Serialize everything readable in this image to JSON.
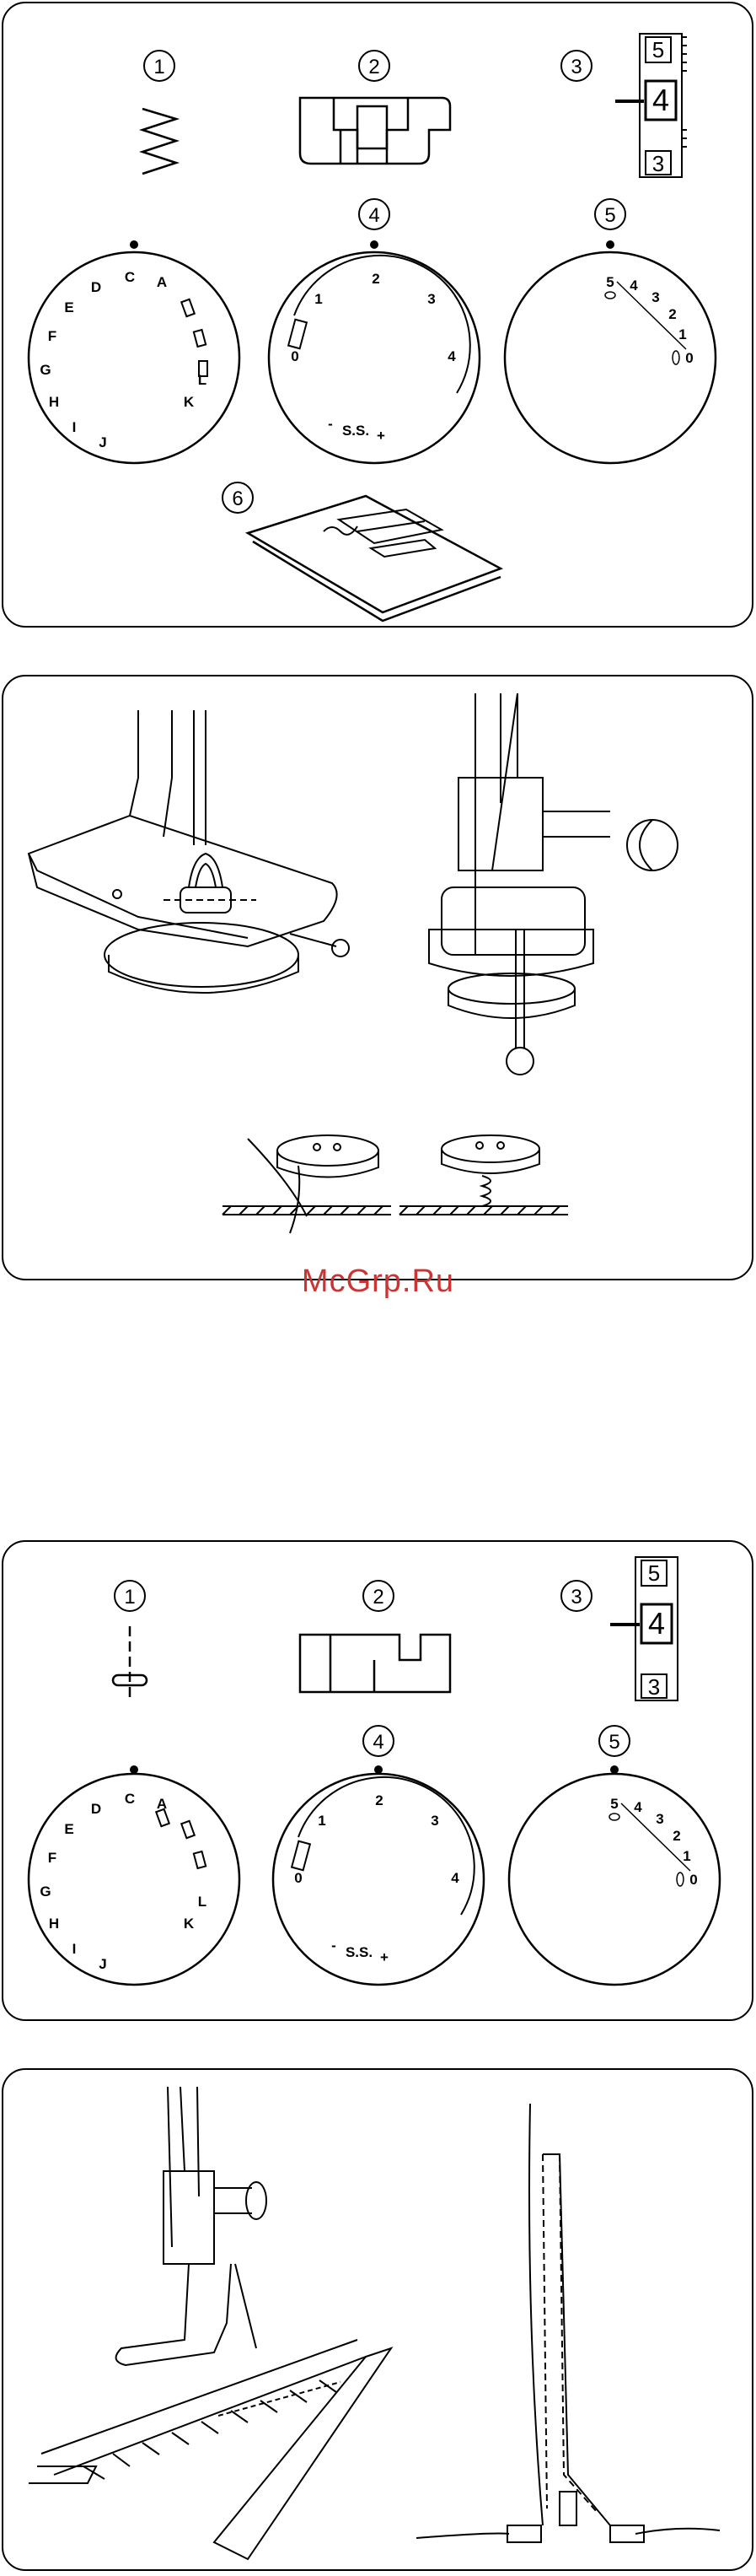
{
  "watermark": "McGrp.Ru",
  "panel1": {
    "numbers": [
      "1",
      "2",
      "3",
      "4",
      "5",
      "6"
    ],
    "pattern_dial_letters": [
      "A",
      "C",
      "D",
      "E",
      "F",
      "G",
      "H",
      "I",
      "J",
      "K",
      "L"
    ],
    "width_dial_marks": [
      "0",
      "1",
      "2",
      "3",
      "4",
      "+",
      "S.S.",
      "-"
    ],
    "length_dial_marks": [
      "5",
      "4",
      "3",
      "2",
      "1",
      "0"
    ],
    "tension_scale": [
      "5",
      "4",
      "3"
    ]
  },
  "panel3": {
    "numbers": [
      "1",
      "2",
      "3",
      "4",
      "5"
    ],
    "pattern_dial_letters": [
      "A",
      "C",
      "D",
      "E",
      "F",
      "G",
      "H",
      "I",
      "J",
      "K",
      "L"
    ],
    "width_dial_marks": [
      "0",
      "1",
      "2",
      "3",
      "4",
      "+",
      "S.S.",
      "-"
    ],
    "length_dial_marks": [
      "5",
      "4",
      "3",
      "2",
      "1",
      "0"
    ],
    "tension_scale": [
      "5",
      "4",
      "3"
    ]
  },
  "colors": {
    "line": "#000000",
    "watermark": "#cc3333"
  }
}
